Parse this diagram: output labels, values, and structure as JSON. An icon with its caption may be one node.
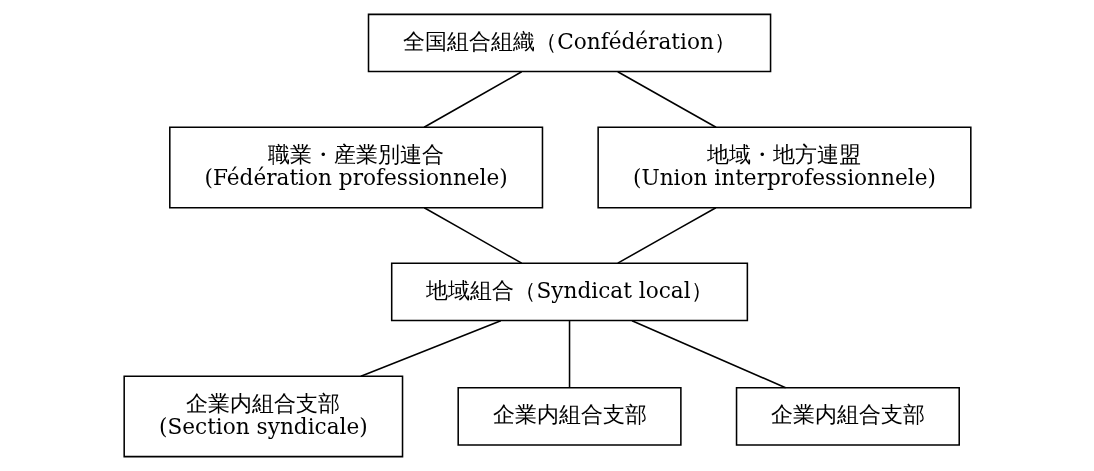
{
  "diagram": {
    "nodes": [
      {
        "text": [
          "全国組合組織（Confédération）"
        ]
      },
      {
        "text": [
          "職業・産業別連合",
          "(Fédération professionnele)"
        ]
      },
      {
        "text": [
          "地域・地方連盟",
          "(Union interprofessionnele)"
        ]
      },
      {
        "text": [
          "地域組合（Syndicat local）"
        ]
      },
      {
        "text": [
          "企業内組合支部",
          "(Section syndicale)"
        ]
      },
      {
        "text": [
          "企業内組合支部"
        ]
      },
      {
        "text": [
          "企業内組合支部"
        ]
      }
    ],
    "edges": [
      {
        "from": 0,
        "to": 1,
        "arrow": "none"
      },
      {
        "from": 0,
        "to": 2,
        "arrow": "none"
      },
      {
        "from": 1,
        "to": 3,
        "arrow": "none"
      },
      {
        "from": 2,
        "to": 3,
        "arrow": "none"
      },
      {
        "from": 3,
        "to": 4,
        "arrow": "none"
      },
      {
        "from": 3,
        "to": 5,
        "arrow": "none"
      },
      {
        "from": 3,
        "to": 6,
        "arrow": "none"
      }
    ]
  }
}
